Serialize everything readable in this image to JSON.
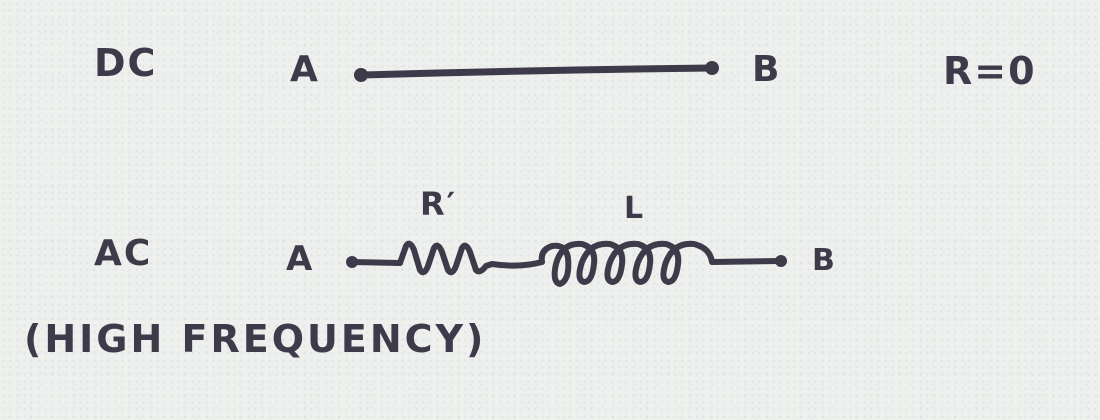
{
  "diagram": {
    "ink_color": "#3f3a4a",
    "paper_color": "#eef0ee",
    "dc_row": {
      "mode_label": "DC",
      "node_a": "A",
      "node_b": "B",
      "element": "wire",
      "resistance_note": "R=0"
    },
    "ac_row": {
      "mode_label": "AC",
      "mode_note": "(HIGH FREQUENCY)",
      "node_a": "A",
      "node_b": "B",
      "elements": [
        {
          "type": "resistor",
          "label": "R′"
        },
        {
          "type": "inductor",
          "label": "L"
        }
      ]
    }
  }
}
